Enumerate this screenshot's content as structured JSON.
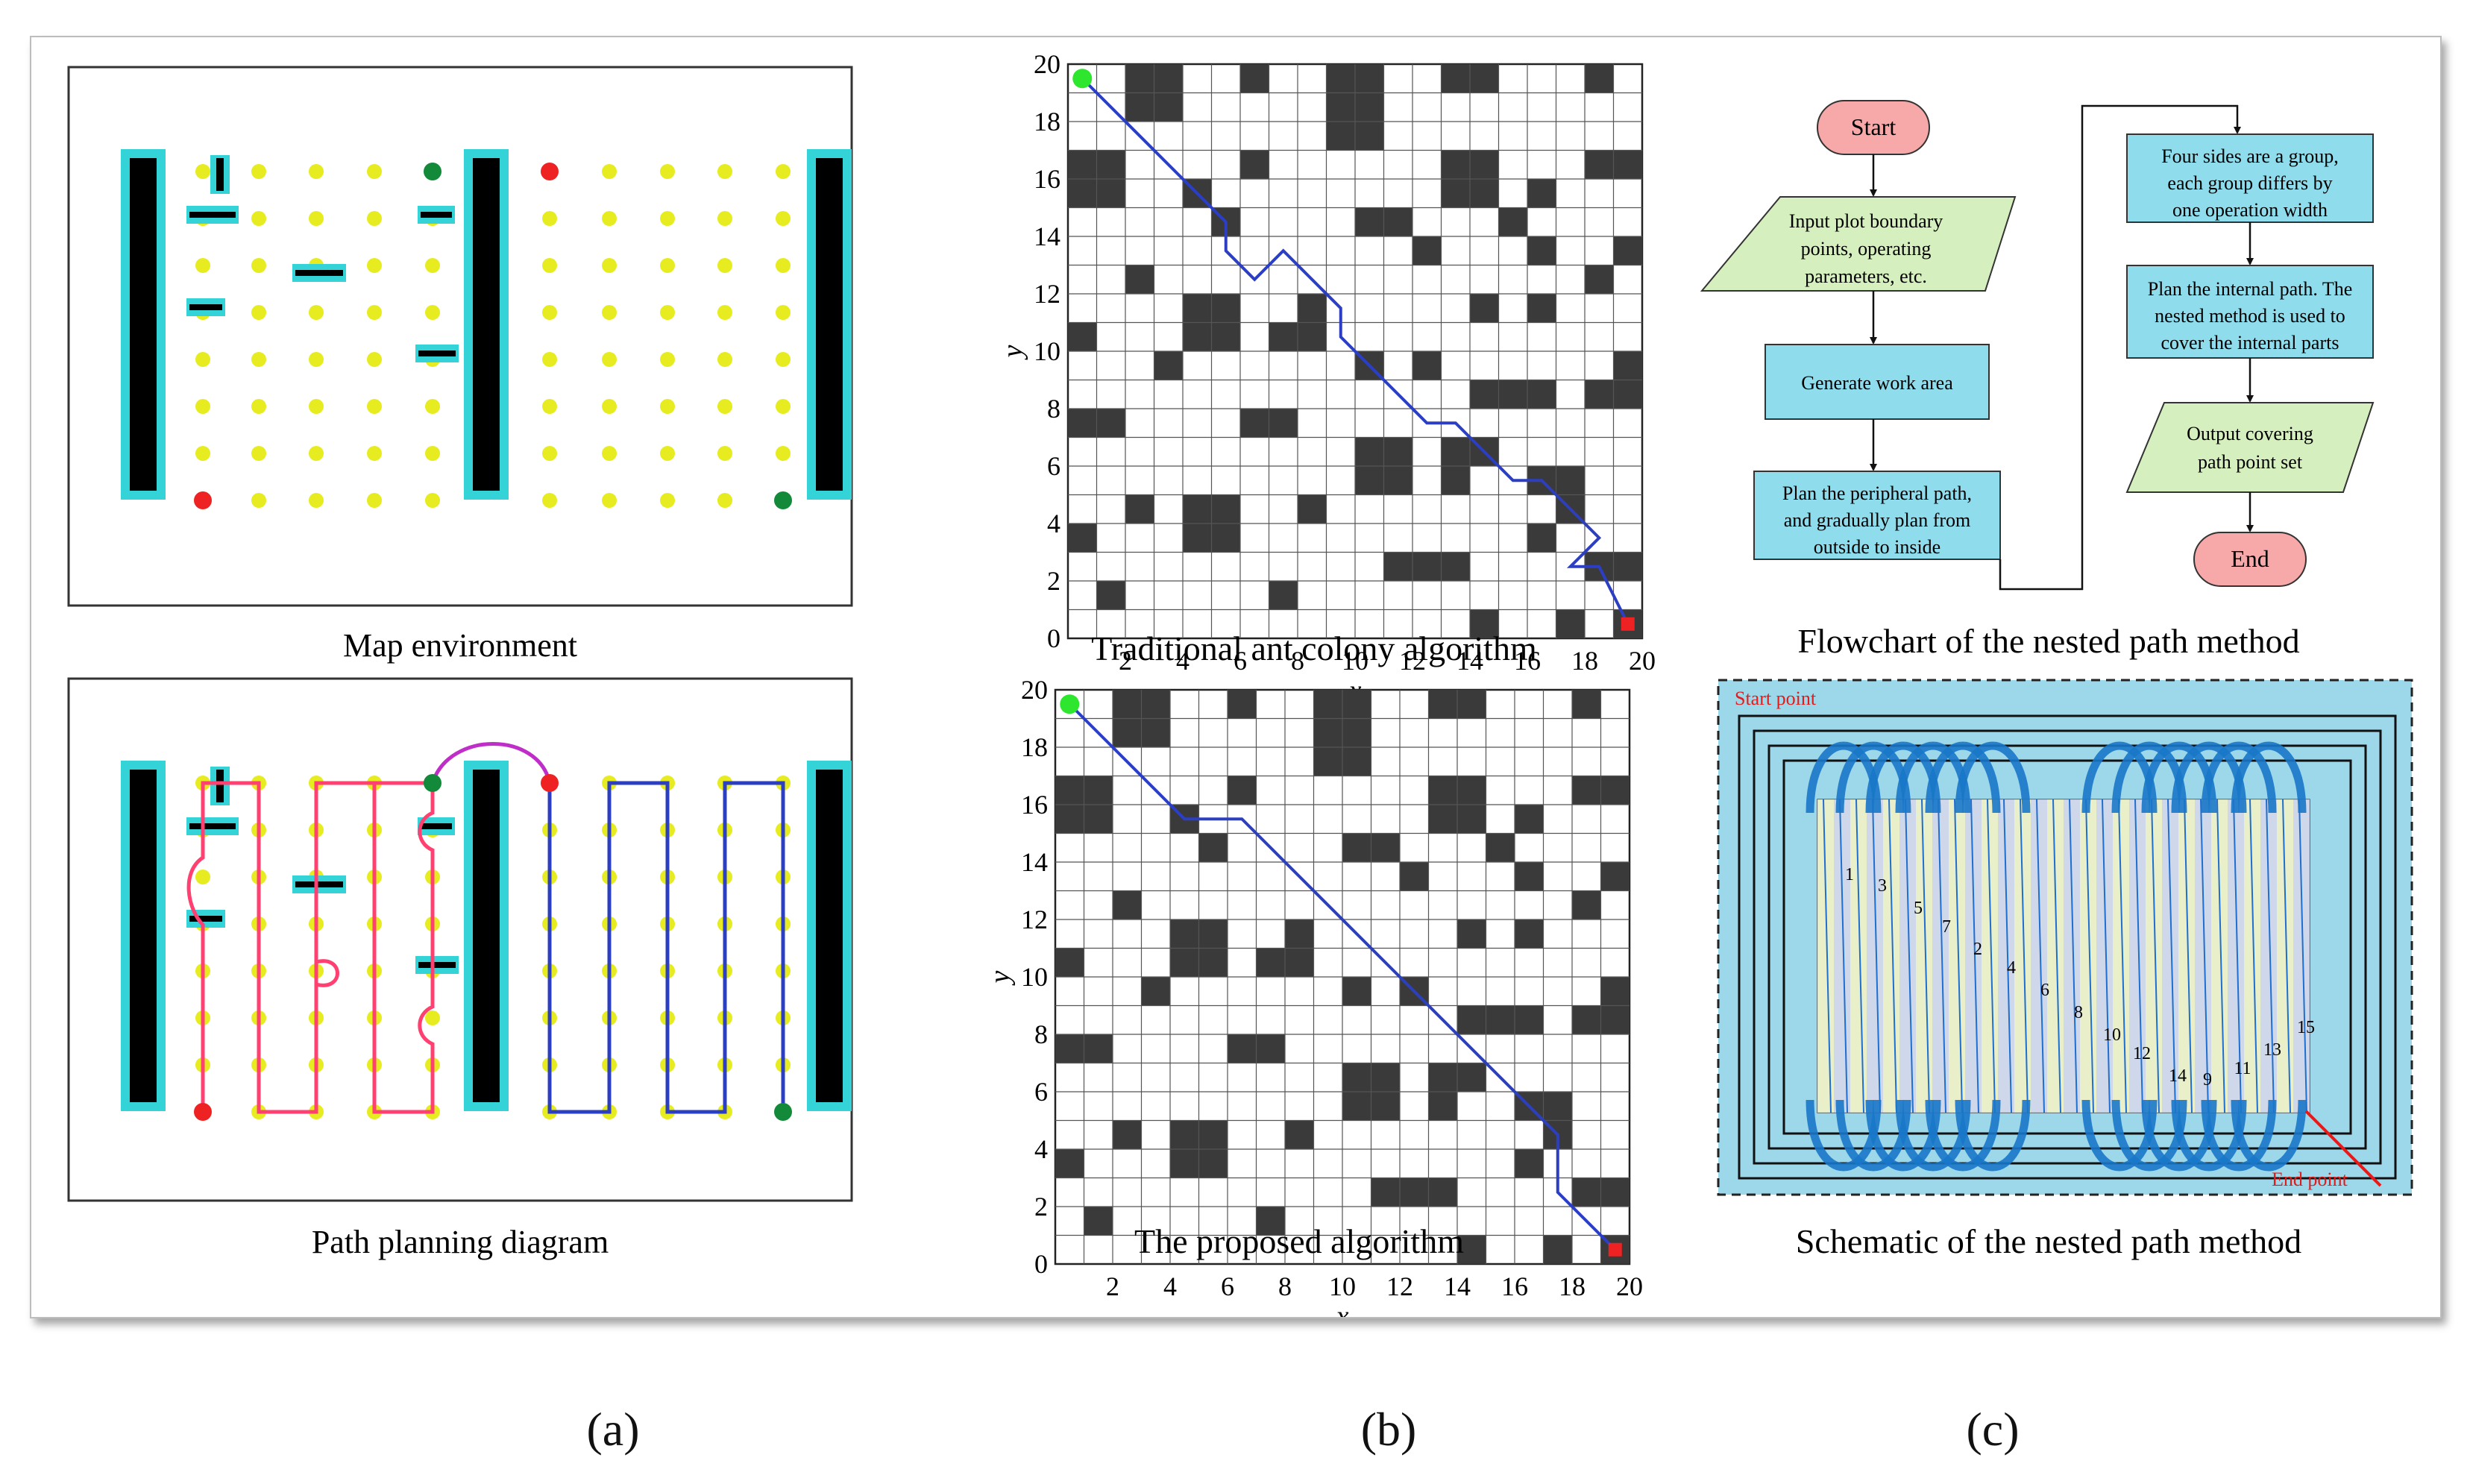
{
  "panels": {
    "a": {
      "letter": "(a)",
      "top_caption": "Map environment",
      "bottom_caption": "Path planning diagram"
    },
    "b": {
      "letter": "(b)",
      "top_caption": "Traditional ant colony algorithm",
      "bottom_caption": "The proposed algorithm",
      "xlabel": "x",
      "ylabel": "y",
      "x_ticks": [
        "0",
        "2",
        "4",
        "6",
        "8",
        "10",
        "12",
        "14",
        "16",
        "18",
        "20"
      ],
      "y_ticks": [
        "0",
        "2",
        "4",
        "6",
        "8",
        "10",
        "12",
        "14",
        "16",
        "18",
        "20"
      ]
    },
    "c": {
      "letter": "(c)",
      "flowchart_caption": "Flowchart  of the nested path method",
      "schematic_caption": "Schematic of the nested path method",
      "flowchart": {
        "start": "Start",
        "input": [
          "Input plot boundary",
          "points, operating",
          "parameters, etc."
        ],
        "generate": "Generate work area",
        "peripheral": [
          "Plan the peripheral path,",
          "and gradually plan from",
          "outside to inside"
        ],
        "four_sides": [
          "Four sides are a group,",
          "each group differs by",
          "one operation width"
        ],
        "internal": [
          "Plan the internal path. The",
          "nested method is used to",
          "cover the internal parts"
        ],
        "output": [
          "Output covering",
          "path point set"
        ],
        "end": "End"
      },
      "schematic": {
        "start_point": "Start point",
        "end_point": "End point",
        "strip_numbers": [
          "1",
          "3",
          "5",
          "7",
          "2",
          "4",
          "6",
          "8",
          "10",
          "12",
          "14",
          "9",
          "11",
          "13",
          "15"
        ]
      }
    }
  },
  "colors": {
    "cyan": "#33d3d8",
    "yellow_dot": "#e6ec1f",
    "red": "#ee2222",
    "green": "#128a3a",
    "path_red": "#ff4070",
    "path_blue": "#2c3fc2",
    "path_magenta": "#c02ec9",
    "grid_dark": "#3a3a3a",
    "flow_pink": "#f7a8a8",
    "flow_green": "#d6efbe",
    "flow_blue": "#8fdcec",
    "schematic_bg": "#9dd8ea"
  }
}
